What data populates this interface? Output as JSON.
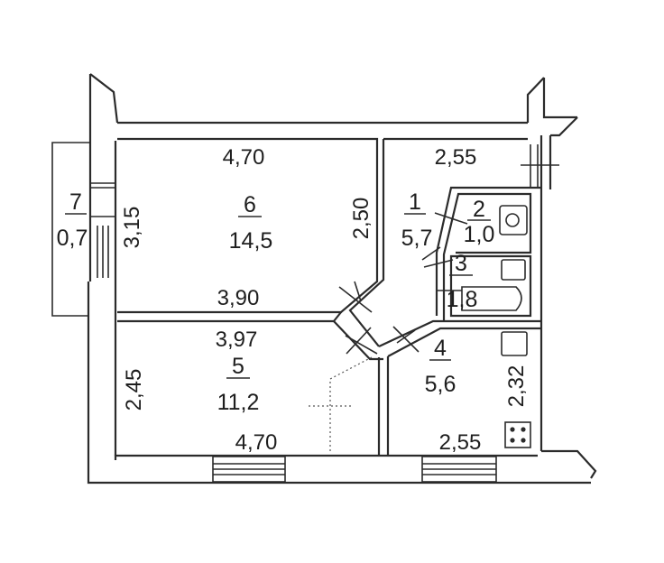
{
  "rooms": [
    {
      "number": "6",
      "area": "14,5"
    },
    {
      "number": "5",
      "area": "11,2"
    },
    {
      "number": "1",
      "area": "5,7"
    },
    {
      "number": "2",
      "area": "1,0"
    },
    {
      "number": "3",
      "area": "1,8"
    },
    {
      "number": "4",
      "area": "5,6"
    },
    {
      "number": "7",
      "area": "0,7"
    }
  ],
  "dimensions": {
    "room6_top": "4,70",
    "room6_right": "2,50",
    "room6_bottom": "3,90",
    "room6_left": "3,15",
    "room5_top": "3,97",
    "room5_left": "2,45",
    "room5_bottom": "4,70",
    "room1_top": "2,55",
    "room4_right": "2,32",
    "room4_bottom": "2,55"
  }
}
